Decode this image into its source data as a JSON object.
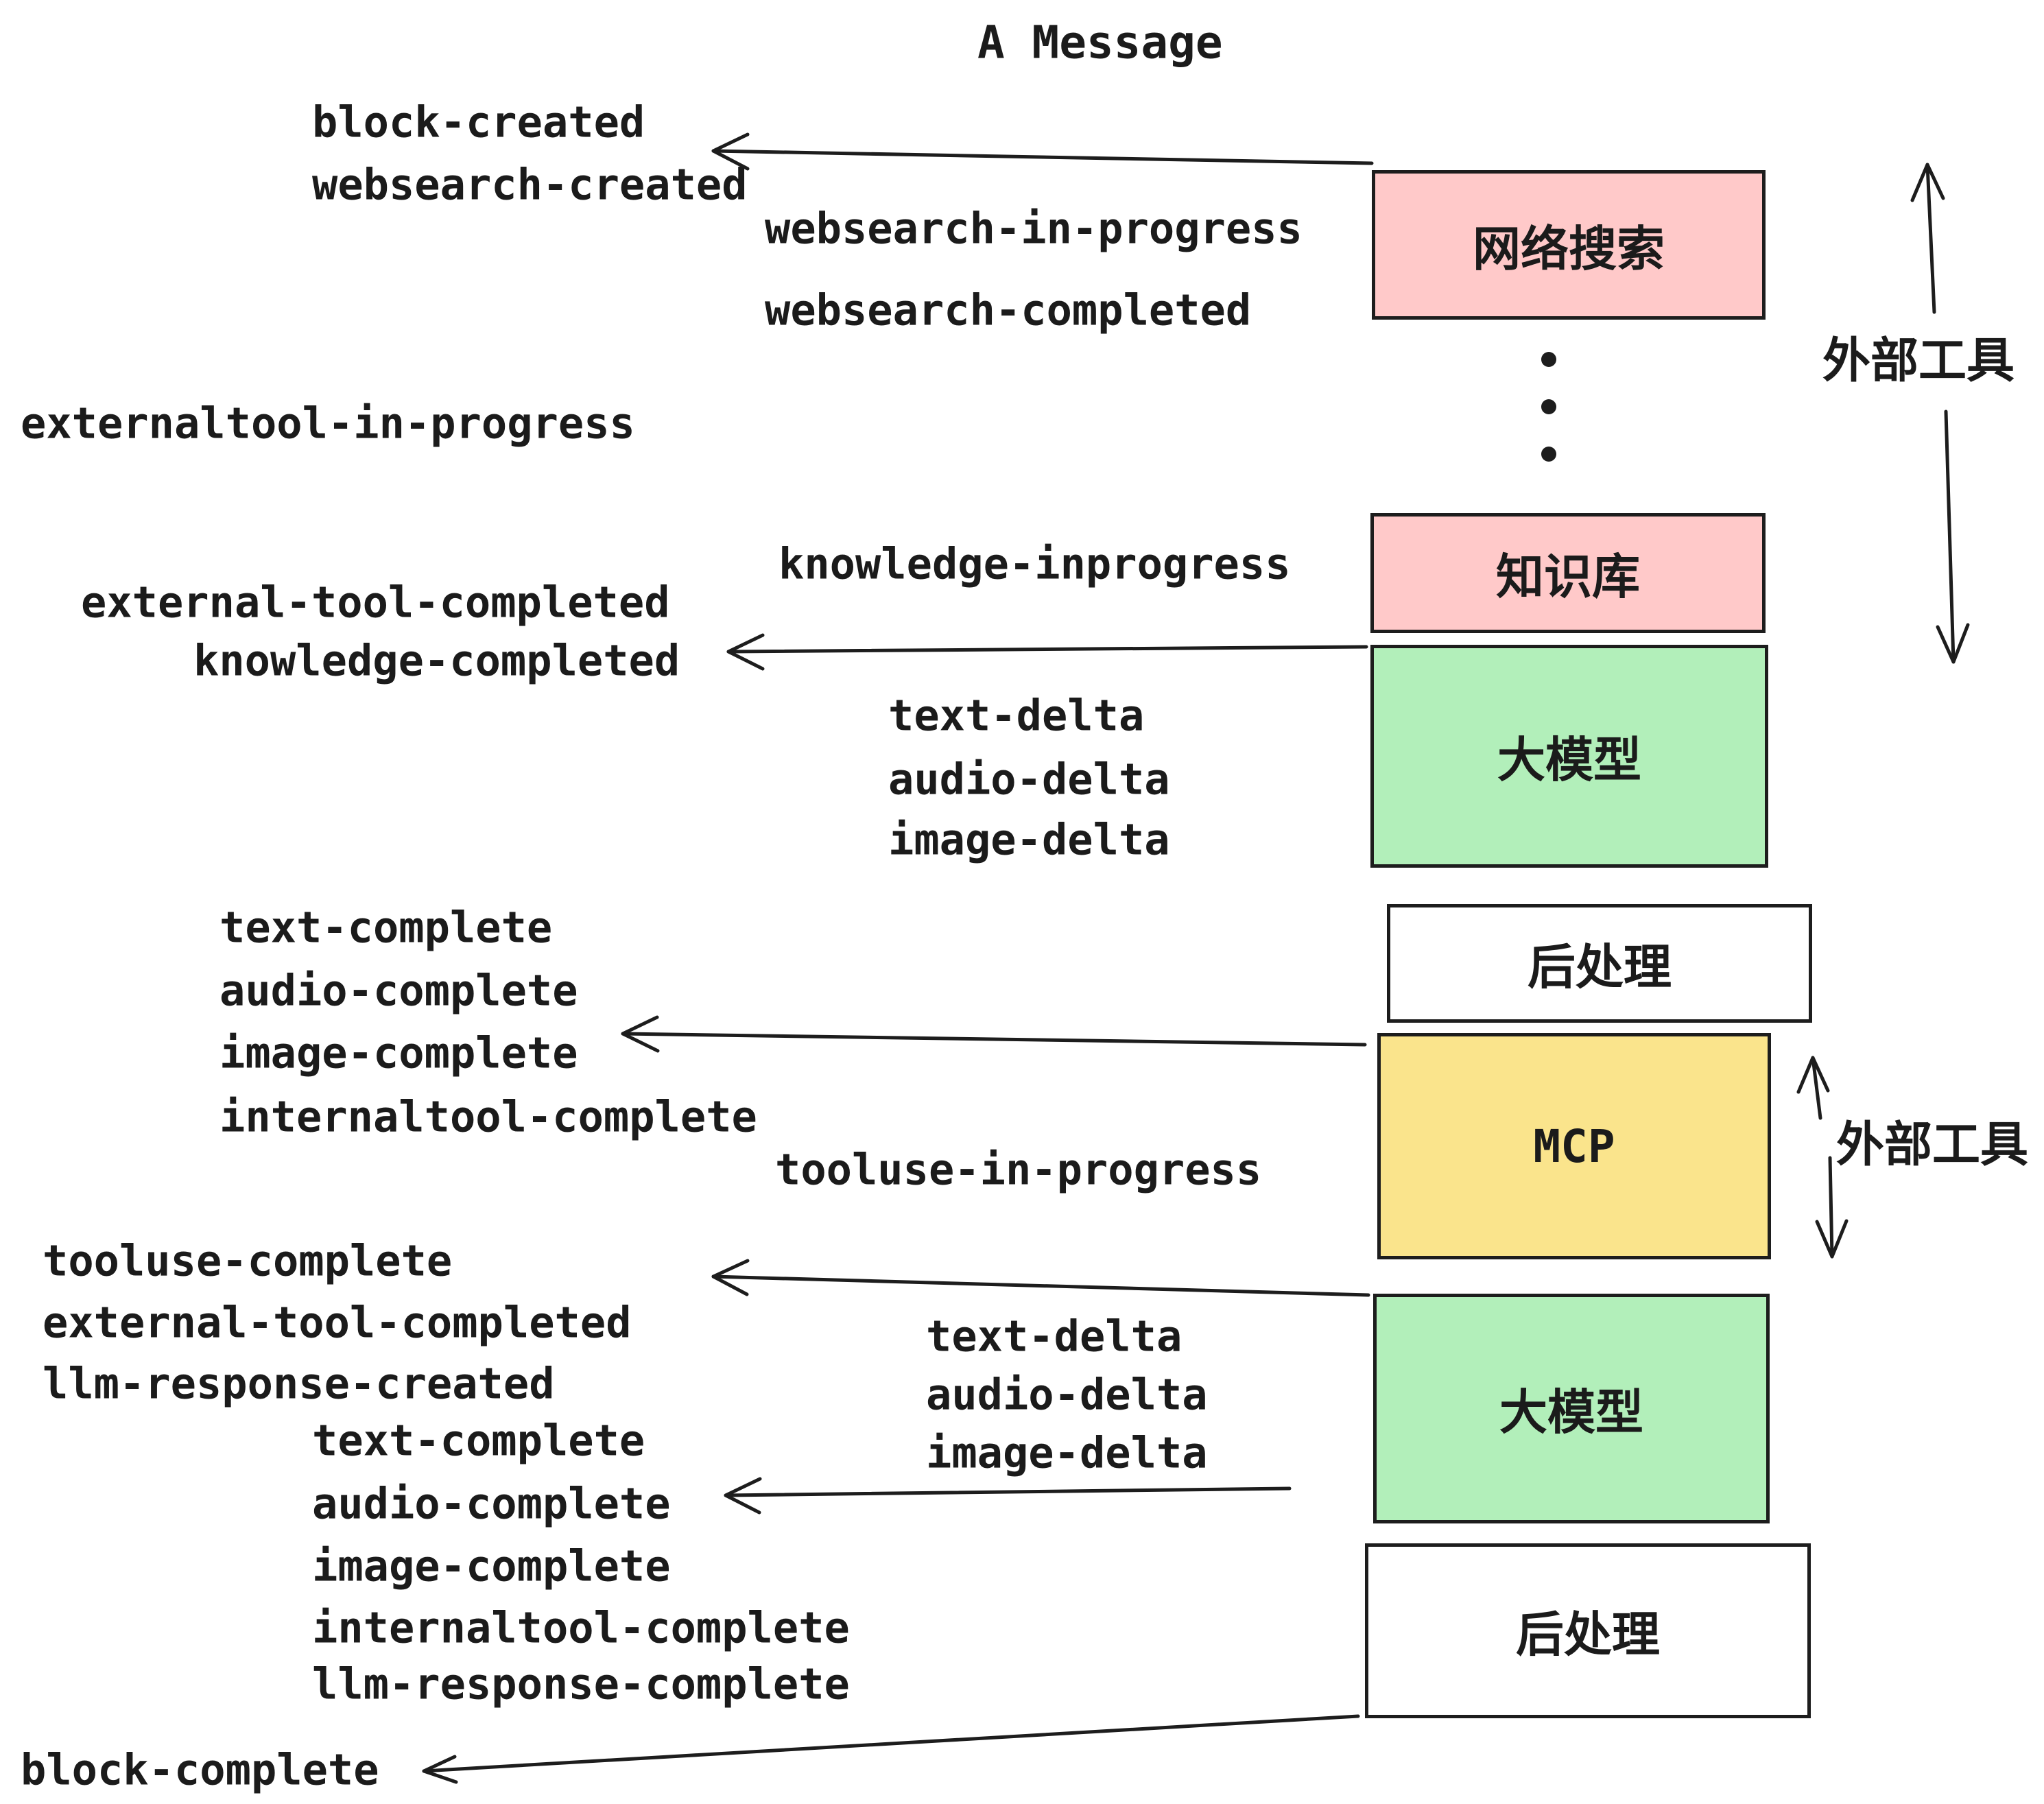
{
  "title": "A Message",
  "events": {
    "block_created": "block-created",
    "websearch_created": "websearch-created",
    "websearch_in_progress": "websearch-in-progress",
    "websearch_completed": "websearch-completed",
    "externaltool_in_progress": "externaltool-in-progress",
    "knowledge_inprogress": "knowledge-inprogress",
    "external_tool_completed": "external-tool-completed",
    "knowledge_completed": "knowledge-completed",
    "text_delta": "text-delta",
    "audio_delta": "audio-delta",
    "image_delta": "image-delta",
    "text_complete": "text-complete",
    "audio_complete": "audio-complete",
    "image_complete": "image-complete",
    "internaltool_complete": "internaltool-complete",
    "tooluse_in_progress": "tooluse-in-progress",
    "tooluse_complete": "tooluse-complete",
    "llm_response_created": "llm-response-created",
    "llm_response_complete": "llm-response-complete",
    "block_complete": "block-complete"
  },
  "nodes": {
    "websearch": "网络搜索",
    "knowledge": "知识库",
    "llm": "大模型",
    "postprocess": "后处理",
    "mcp": "MCP"
  },
  "annotations": {
    "external_tools": "外部工具"
  },
  "colors": {
    "node_websearch_fill": "#ffc9c9",
    "node_knowledge_fill": "#ffc9c9",
    "node_llm_fill": "#b2efba",
    "node_postprocess_fill": "#ffffff",
    "node_mcp_fill": "#fae48c",
    "stroke": "#1d1d1d",
    "text": "#1b1b1b",
    "background": "#ffffff"
  }
}
